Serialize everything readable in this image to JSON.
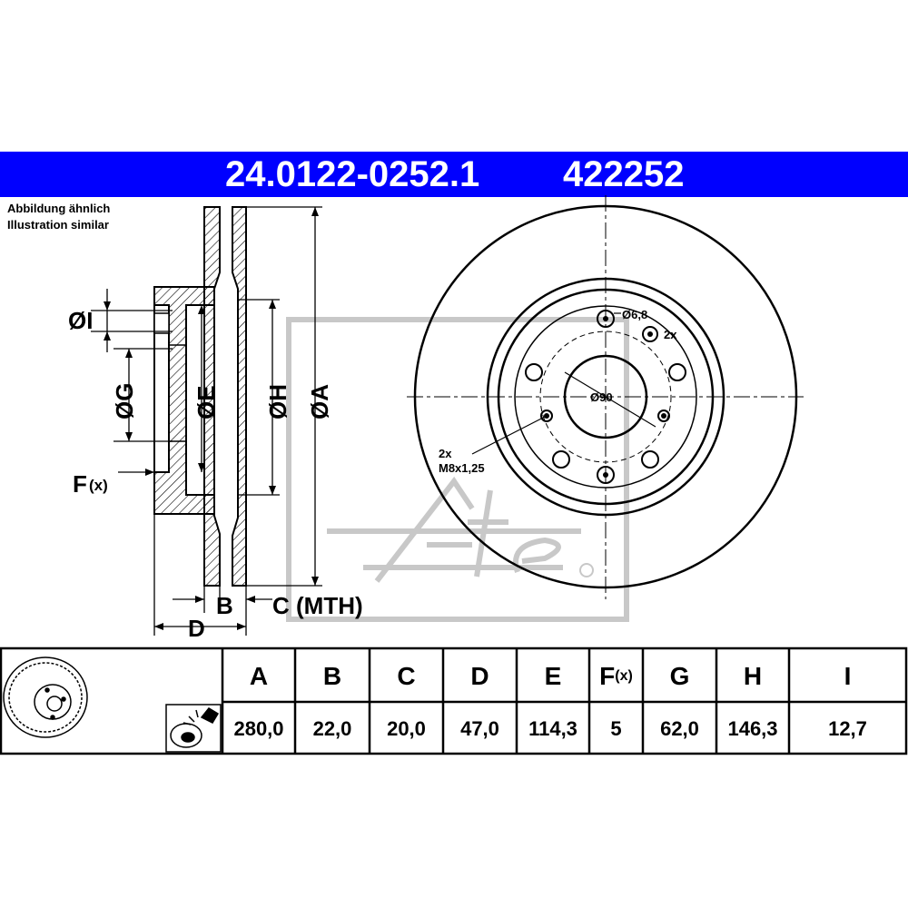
{
  "header": {
    "part_number": "24.0122-0252.1",
    "ref_number": "422252",
    "bar_color": "#0000ff"
  },
  "note": {
    "line1": "Abbildung ähnlich",
    "line2": "Illustration similar"
  },
  "side_view": {
    "labels": {
      "I": "ØI",
      "G": "ØG",
      "E": "ØE",
      "H": "ØH",
      "A": "ØA",
      "F_main": "F",
      "F_sub": "(x)",
      "B": "B",
      "C": "C (MTH)",
      "D": "D"
    }
  },
  "front_view": {
    "hole_dia": "Ø6,8",
    "hole_count": "2x",
    "pcd": "Ø90",
    "thread_count": "2x",
    "thread": "M8x1,25"
  },
  "table": {
    "headers": [
      "A",
      "B",
      "C",
      "D",
      "E",
      "F",
      "G",
      "H",
      "I"
    ],
    "f_sub": "(x)",
    "values": [
      "280,0",
      "22,0",
      "20,0",
      "47,0",
      "114,3",
      "5",
      "62,0",
      "146,3",
      "12,7"
    ]
  }
}
